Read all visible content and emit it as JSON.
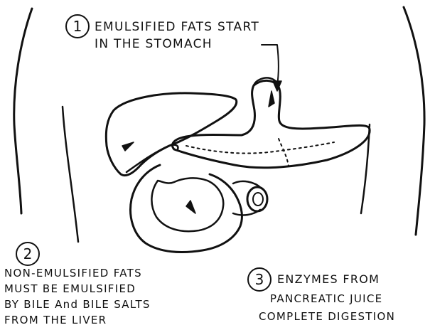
{
  "labels": [
    {
      "number": "1",
      "lines": [
        "EMULSIFIED FATS START",
        "IN THE STOMACH"
      ]
    },
    {
      "number": "2",
      "lines": [
        "NON-EMULSIFIED FATS",
        "MUST BE EMULSIFIED",
        "BY BILE And BILE SALTS",
        "FROM THE LIVER"
      ]
    },
    {
      "number": "3",
      "lines": [
        "ENZYMES FROM",
        "PANCREATIC JUICE",
        "COMPLETE DIGESTION"
      ]
    }
  ],
  "colors": {
    "ink": "#111111",
    "background": "#ffffff"
  }
}
